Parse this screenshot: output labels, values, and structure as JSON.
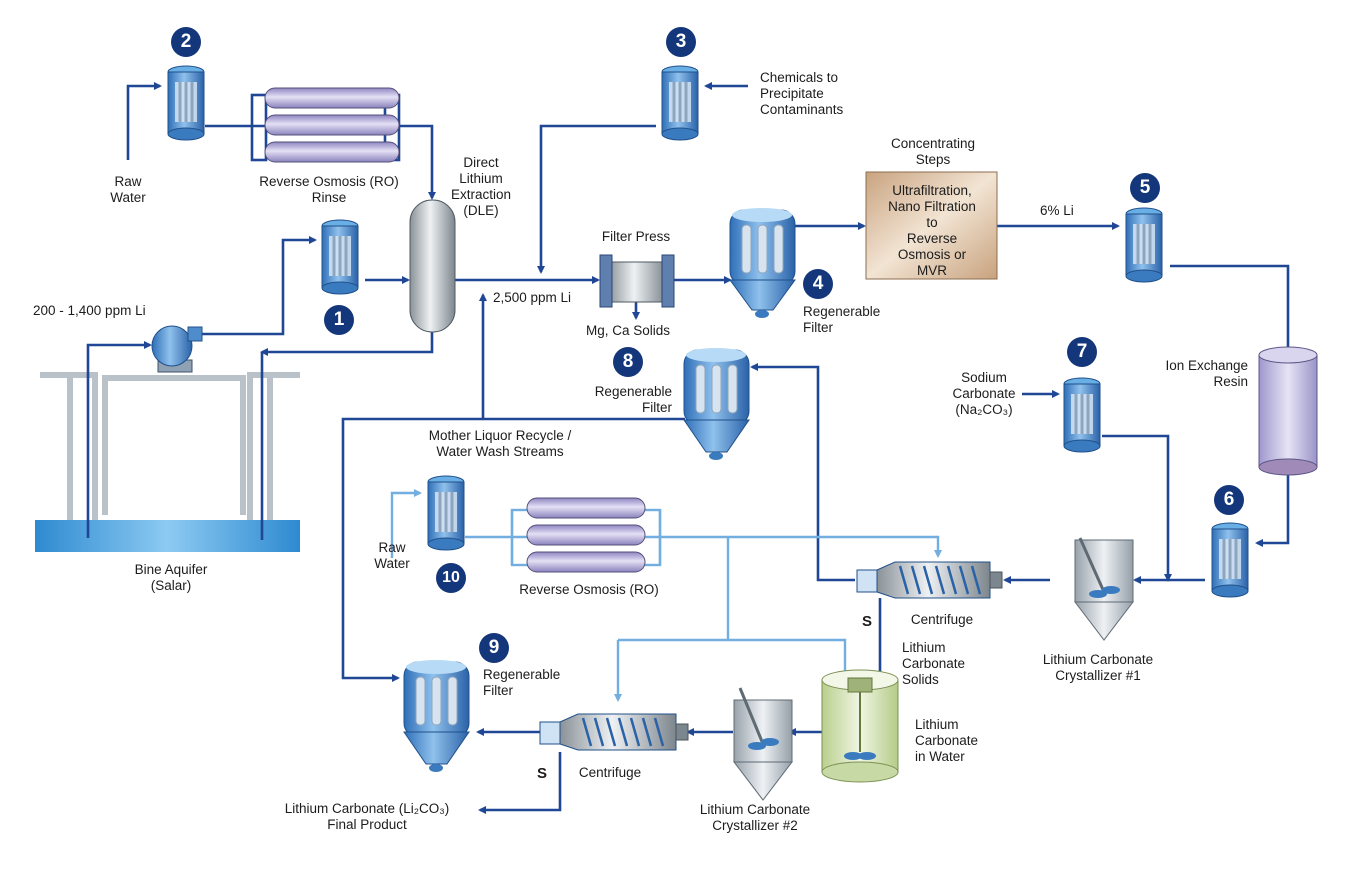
{
  "colors": {
    "flow_dark": "#1f4796",
    "flow_light": "#72aee0",
    "badge": "#14367a",
    "vessel_blue": "#5a98d4",
    "membrane_purple": "#b9b3d9",
    "concentrator_tan": "#ddc1a3",
    "aquifer_blue": "#4aa3dc",
    "ground_gray": "#b9c2c9"
  },
  "equipment": {
    "badges": [
      "1",
      "2",
      "3",
      "4",
      "5",
      "6",
      "7",
      "8",
      "9",
      "10"
    ],
    "markers": [
      "S",
      "S"
    ]
  },
  "labels": {
    "raw_water_top": [
      "Raw",
      "Water"
    ],
    "ro_rinse": [
      "Reverse Osmosis (RO)",
      "Rinse"
    ],
    "dle": [
      "Direct",
      "Lithium",
      "Extraction",
      "(DLE)"
    ],
    "chemicals": [
      "Chemicals to",
      "Precipitate",
      "Contaminants"
    ],
    "concentrating_steps": [
      "Concentrating",
      "Steps"
    ],
    "concentrator_box": [
      "Ultrafiltration,",
      "Nano Filtration",
      "to",
      "Reverse",
      "Osmosis or",
      "MVR"
    ],
    "six_pct_li": "6% Li",
    "ppm_in": "200 - 1,400 ppm Li",
    "ppm_out": "2,500 ppm Li",
    "filter_press": "Filter Press",
    "mg_ca_solids": "Mg, Ca Solids",
    "regen_filter_4": [
      "Regenerable",
      "Filter"
    ],
    "regen_filter_8": [
      "Regenerable",
      "Filter"
    ],
    "regen_filter_9": [
      "Regenerable",
      "Filter"
    ],
    "ion_exchange": [
      "Ion Exchange",
      "Resin"
    ],
    "sodium_carbonate": [
      "Sodium",
      "Carbonate",
      "(Na₂CO₃)"
    ],
    "mother_liquor": [
      "Mother Liquor Recycle /",
      "Water Wash Streams"
    ],
    "raw_water_bottom": [
      "Raw",
      "Water"
    ],
    "ro_bottom": "Reverse Osmosis (RO)",
    "aquifer": [
      "Bine Aquifer",
      "(Salar)"
    ],
    "centrifuge_1": "Centrifuge",
    "centrifuge_2": "Centrifuge",
    "li_carb_solids": [
      "Lithium",
      "Carbonate",
      "Solids"
    ],
    "crystallizer_1": [
      "Lithium Carbonate",
      "Crystallizer #1"
    ],
    "crystallizer_2": [
      "Lithium Carbonate",
      "Crystallizer #2"
    ],
    "li_carb_water": [
      "Lithium",
      "Carbonate",
      "in Water"
    ],
    "final_product": [
      "Lithium Carbonate (Li₂CO₃)",
      "Final Product"
    ]
  }
}
